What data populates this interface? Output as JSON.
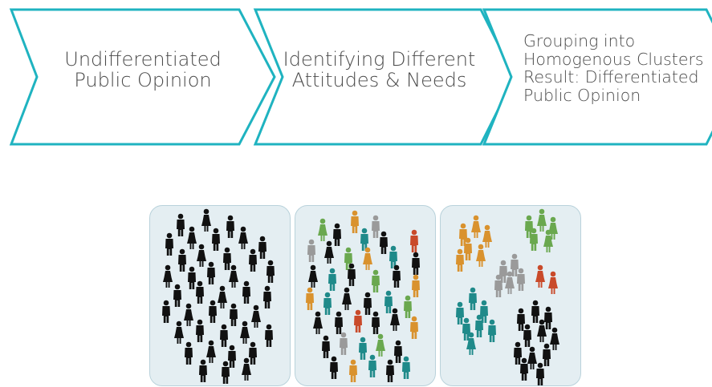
{
  "steps": [
    {
      "lines": [
        "Undifferentiated",
        "Public Opinion"
      ]
    },
    {
      "lines": [
        "Identifying Different",
        "Attitudes & Needs"
      ]
    },
    {
      "lines": [
        "Grouping into",
        "Homogenous Clusters",
        "Result: Differentiated",
        "Public Opinion"
      ]
    }
  ],
  "colors": {
    "chevron_border": "#1fb3c0",
    "text": "#4a4a4a",
    "panel_bg": "#e4eef2",
    "panel_border": "#b9d2db",
    "person_black": "#111111",
    "person_green": "#6aa84f",
    "person_teal": "#1f8a8a",
    "person_orange": "#d9922e",
    "person_gray": "#9a9a9a",
    "person_red": "#c94a2a"
  },
  "icons": {
    "person": "person-icon"
  }
}
